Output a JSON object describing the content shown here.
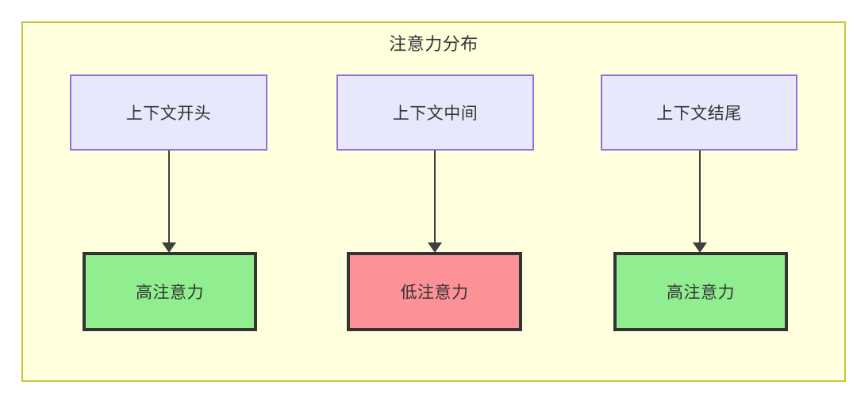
{
  "diagram": {
    "title": "注意力分布",
    "colors": {
      "container_fill": "#ffffdd",
      "container_border": "#c9c343",
      "context_fill": "#e8e8fd",
      "context_border": "#9370db",
      "high_attention_fill": "#90ee90",
      "low_attention_fill": "#fc9297",
      "node_border": "#333333",
      "edge": "#3f3f3f",
      "text": "#333333"
    },
    "context_nodes": [
      {
        "id": "context-start",
        "label": "上下文开头"
      },
      {
        "id": "context-middle",
        "label": "上下文中间"
      },
      {
        "id": "context-end",
        "label": "上下文结尾"
      }
    ],
    "attention_nodes": [
      {
        "id": "attention-high-start",
        "label": "高注意力",
        "level": "high"
      },
      {
        "id": "attention-low-middle",
        "label": "低注意力",
        "level": "low"
      },
      {
        "id": "attention-high-end",
        "label": "高注意力",
        "level": "high"
      }
    ],
    "edges": [
      {
        "from": "上下文开头",
        "to": "高注意力"
      },
      {
        "from": "上下文中间",
        "to": "低注意力"
      },
      {
        "from": "上下文结尾",
        "to": "高注意力"
      }
    ]
  }
}
